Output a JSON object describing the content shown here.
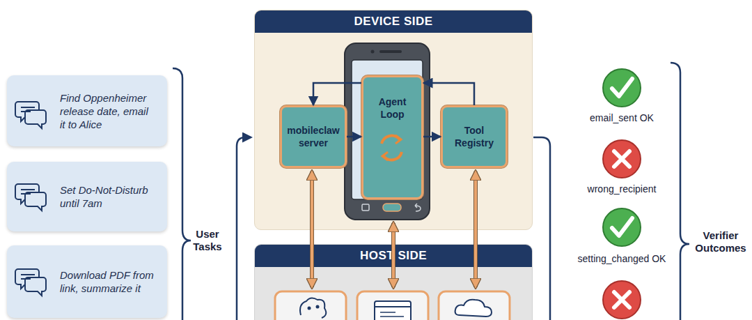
{
  "diagram": {
    "nodes": [
      {
        "text": [
          "Find Oppenheimer release date, email it to Alice"
        ]
      },
      {
        "text": [
          "Set Do-Not-Disturb until 7am"
        ]
      },
      {
        "text": [
          "Download PDF from link, summarize it"
        ]
      },
      {
        "text": [
          "DEVICE SIDE"
        ]
      },
      {
        "text": [
          "mobileclaw server"
        ],
        "in": 3
      },
      {
        "text": [
          "Agent Loop"
        ],
        "in": 3
      },
      {
        "text": [
          "Tool Registry"
        ],
        "in": 3
      },
      {
        "text": [
          "HOST SIDE"
        ]
      }
    ],
    "edges": [
      {
        "from": 4,
        "to": 5,
        "arrow": "to"
      },
      {
        "from": 5,
        "to": 4,
        "arrow": "to"
      },
      {
        "from": 6,
        "to": 5,
        "arrow": "to"
      },
      {
        "from": 5,
        "to": 6,
        "arrow": "to"
      }
    ],
    "labels": [
      "User Tasks",
      "email_sent OK",
      "wrong_recipient",
      "setting_changed OK",
      "Verifier Outcomes"
    ]
  }
}
